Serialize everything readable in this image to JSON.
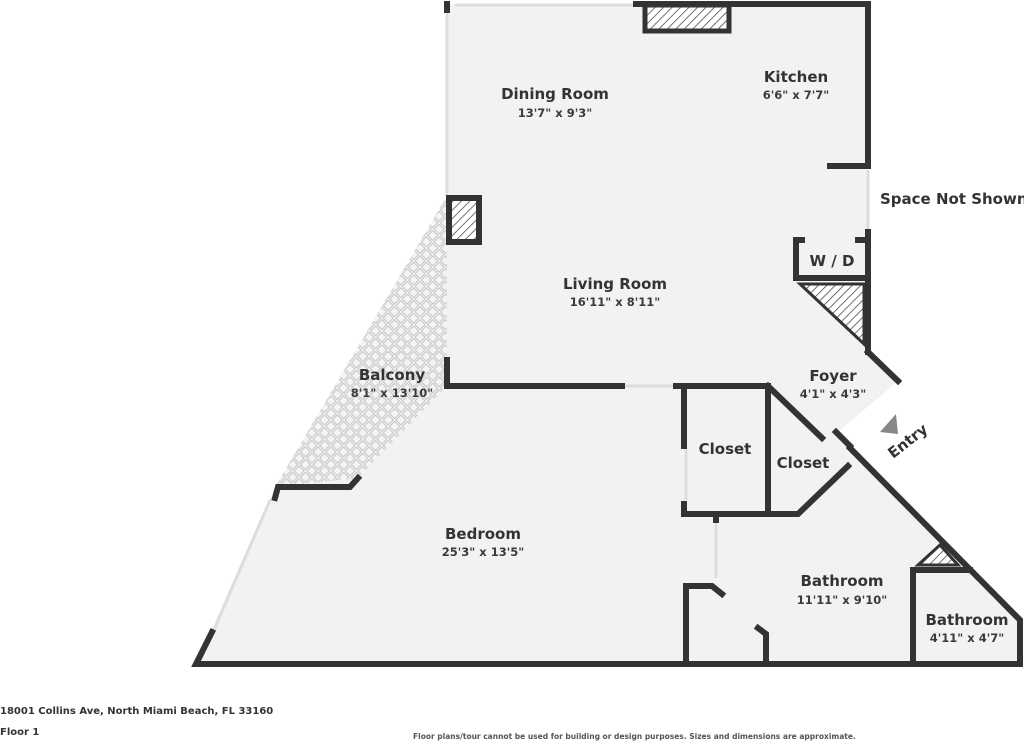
{
  "rooms": {
    "dining": {
      "name": "Dining Room",
      "dims": "13'7\" x 9'3\""
    },
    "kitchen": {
      "name": "Kitchen",
      "dims": "6'6\" x 7'7\""
    },
    "living": {
      "name": "Living Room",
      "dims": "16'11\" x 8'11\""
    },
    "balcony": {
      "name": "Balcony",
      "dims": "8'1\" x 13'10\""
    },
    "foyer": {
      "name": "Foyer",
      "dims": "4'1\" x 4'3\""
    },
    "closet1": {
      "name": "Closet"
    },
    "closet2": {
      "name": "Closet"
    },
    "bedroom": {
      "name": "Bedroom",
      "dims": "25'3\" x 13'5\""
    },
    "bathroom1": {
      "name": "Bathroom",
      "dims": "11'11\" x 9'10\""
    },
    "bathroom2": {
      "name": "Bathroom",
      "dims": "4'11\" x 4'7\""
    },
    "wd": {
      "name": "W / D"
    }
  },
  "labels": {
    "space_not_shown": "Space Not Shown",
    "entry": "Entry"
  },
  "footer": {
    "address": "18001 Collins Ave, North Miami Beach, FL 33160",
    "floor": "Floor 1",
    "disclaimer": "Floor plans/tour cannot be used for building or design purposes. Sizes and dimensions are approximate."
  },
  "colors": {
    "wall": "#333333",
    "floor": "#f2f2f2",
    "window": "#ffffff",
    "balcony_tile": "#cccccc"
  }
}
